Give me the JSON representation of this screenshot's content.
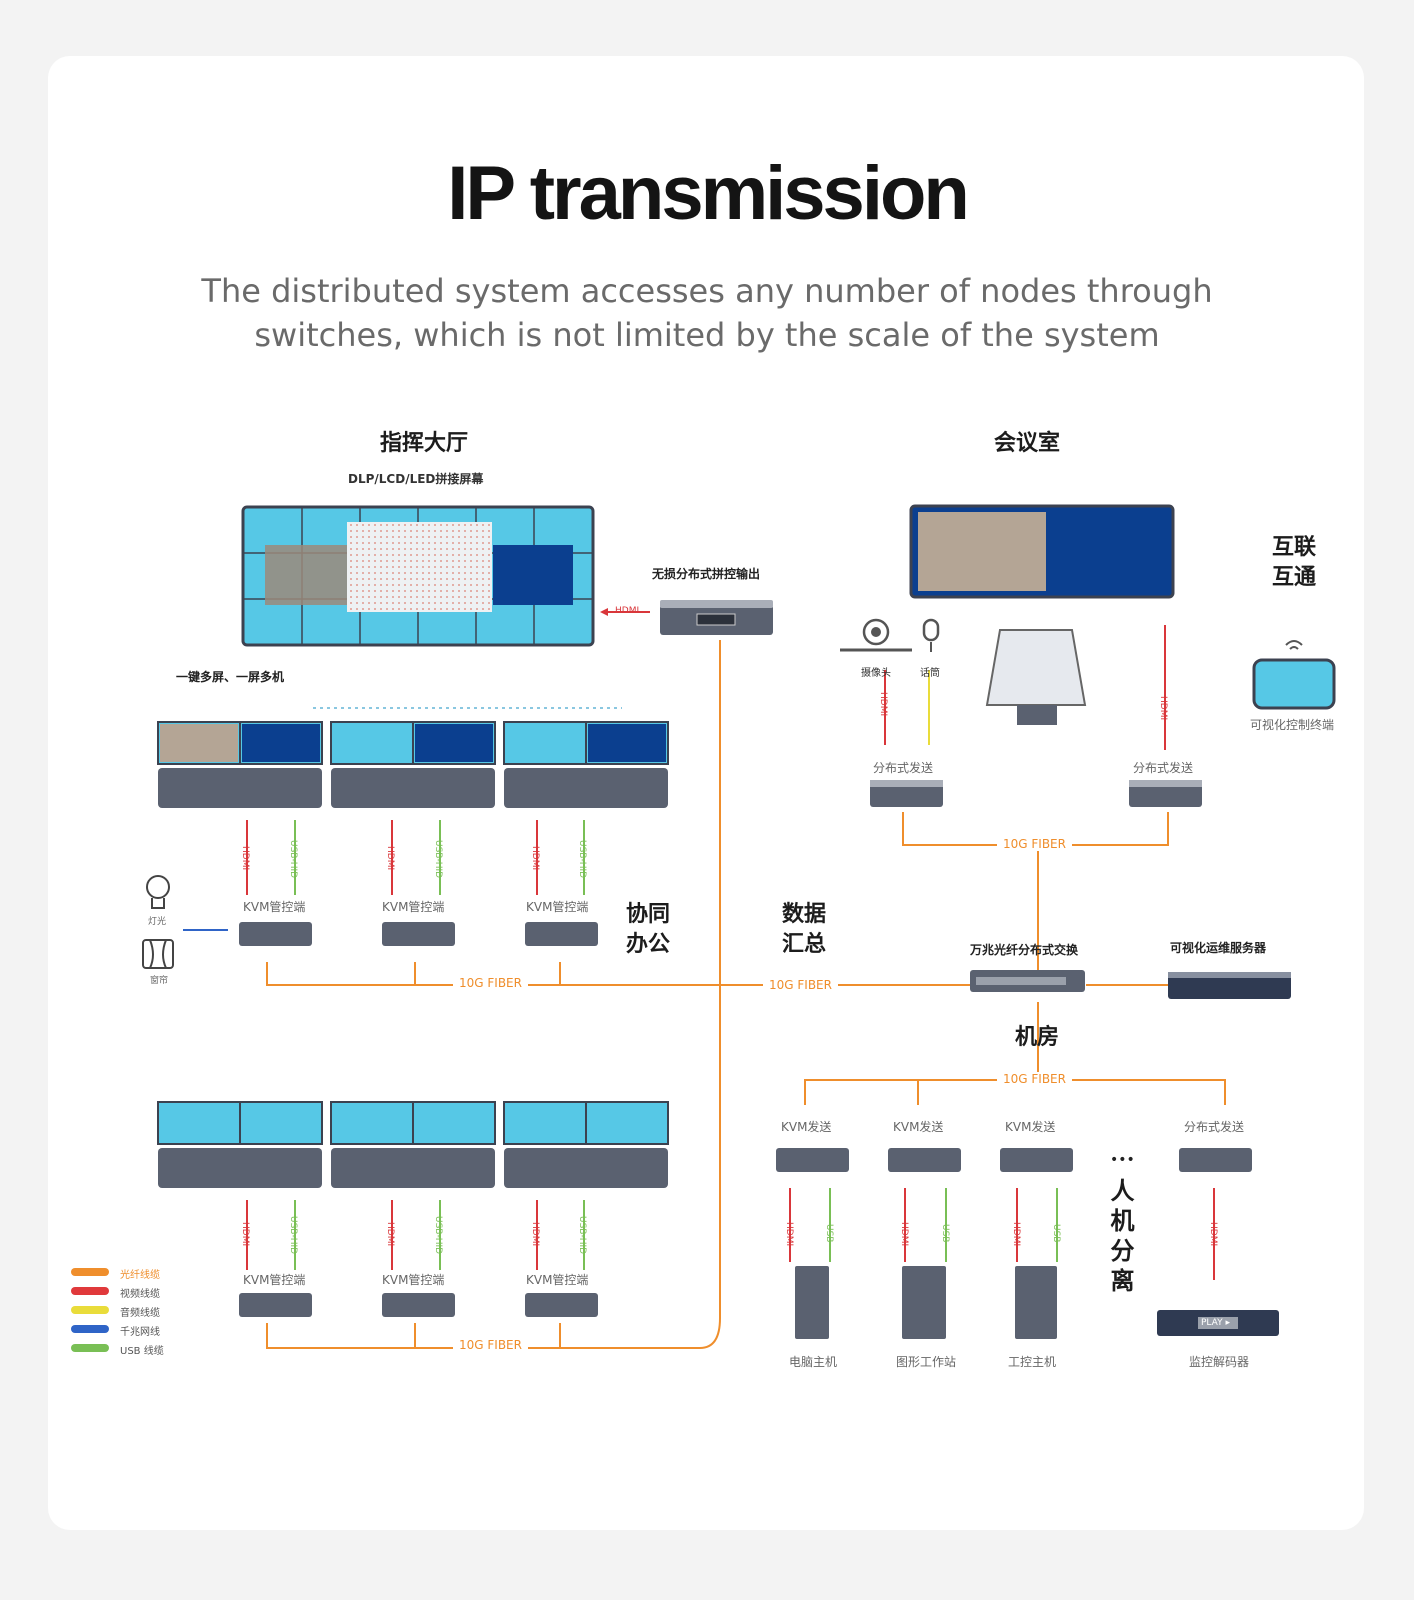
{
  "header": {
    "title": "IP transmission",
    "subtitle_line1": "The distributed system accesses any number of nodes through",
    "subtitle_line2": "switches, which is not limited by the scale of the system"
  },
  "sections": {
    "command_hall": "指挥大厅",
    "video_wall": "DLP/LCD/LED拼接屏幕",
    "meeting_room": "会议室",
    "interconnect": "互联\n互通",
    "visual_terminal": "可视化控制终端",
    "one_key": "一键多屏、一屏多机",
    "cooperative": "协同\n办公",
    "data_summary": "数据\n汇总",
    "machine_room": "机房",
    "separation": "人机分离",
    "dots": "•••"
  },
  "devices": {
    "lossless_output": "无损分布式拼控输出",
    "camera": "摄像头",
    "mic": "话筒",
    "dist_send": "分布式发送",
    "kvm_ctrl": "KVM管控端",
    "light": "灯光",
    "curtain": "窗帘",
    "switch": "万兆光纤分布式交换",
    "ops_server": "可视化运维服务器",
    "kvm_send": "KVM发送",
    "pc_host": "电脑主机",
    "graphics_ws": "图形工作站",
    "industrial_pc": "工控主机",
    "monitor_decoder": "监控解码器",
    "play": "PLAY ▸"
  },
  "signals": {
    "fiber": "10G FIBER",
    "hdmi": "HDMI",
    "usb_hid": "USB-HID",
    "usb": "USB"
  },
  "legend": [
    {
      "label": "光纤线缆",
      "color": "#ef8e2c"
    },
    {
      "label": "视频线缆",
      "color": "#e0393b"
    },
    {
      "label": "音频线缆",
      "color": "#e9dc3a"
    },
    {
      "label": "千兆网线",
      "color": "#2f64c7"
    },
    {
      "label": "USB 线缆",
      "color": "#79bf55"
    }
  ],
  "colors": {
    "screen": "#56c8e6",
    "device": "#5a6170",
    "fiber": "#ef8e2c",
    "hdmi": "#d9363a",
    "usb": "#79bf55"
  }
}
